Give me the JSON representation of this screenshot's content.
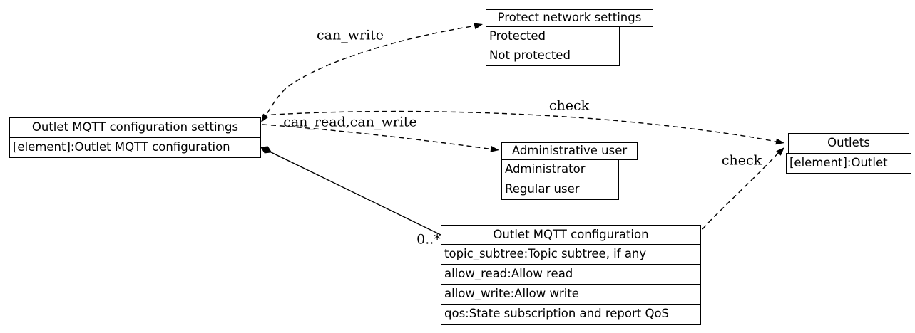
{
  "diagram": {
    "colors": {
      "background": "#ffffff",
      "line": "#000000",
      "node_fill": "#ffffff",
      "text": "#000000"
    },
    "nodes": {
      "settings": {
        "title": "Outlet MQTT configuration settings",
        "rows": [
          "[element]:Outlet MQTT configuration"
        ]
      },
      "protect": {
        "title": "Protect network settings",
        "rows": [
          "Protected",
          "Not protected"
        ]
      },
      "admin": {
        "title": "Administrative user",
        "rows": [
          "Administrator",
          "Regular user"
        ]
      },
      "outlets": {
        "title": "Outlets",
        "rows": [
          "[element]:Outlet"
        ]
      },
      "config": {
        "title": "Outlet MQTT configuration",
        "rows": [
          "topic_subtree:Topic subtree, if any",
          "allow_read:Allow read",
          "allow_write:Allow write",
          "qos:State subscription and report QoS"
        ]
      }
    },
    "edges": {
      "can_write": {
        "label": "can_write",
        "style": "dashed",
        "from": "settings",
        "to": "protect"
      },
      "check_settings_outlets": {
        "label": "check",
        "style": "dashed",
        "from": "settings",
        "to": "outlets"
      },
      "can_read_can_write": {
        "label": "can_read,can_write",
        "style": "dashed",
        "from": "settings",
        "to": "admin"
      },
      "check_config_outlets": {
        "label": "check",
        "style": "dashed",
        "from": "config",
        "to": "outlets"
      },
      "composition": {
        "label": "0..*",
        "style": "solid",
        "from": "settings",
        "to": "config"
      }
    }
  }
}
